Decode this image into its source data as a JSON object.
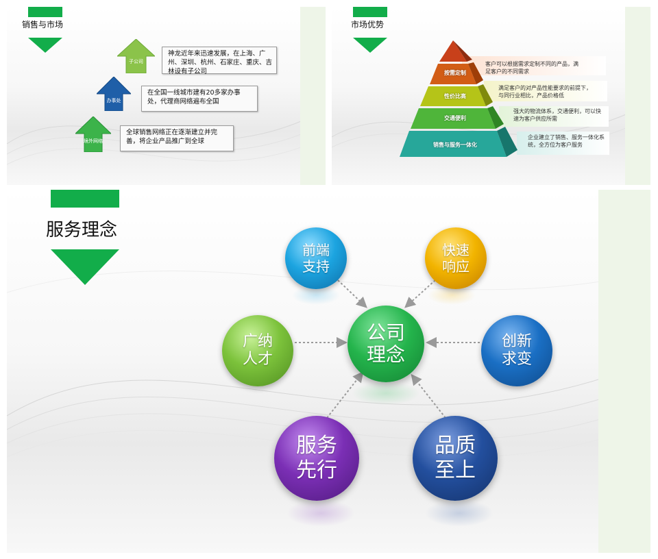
{
  "slide1": {
    "title": "销售与市场",
    "levels": [
      {
        "label": "子公司",
        "text": "神龙近年来迅速发展，在上海、广州、深圳、杭州、石家庄、重庆、吉林设有子公司",
        "color": "#7dc242"
      },
      {
        "label": "办事处",
        "text": "在全国一线城市建有20多家办事处，代理商网络遍布全国",
        "color": "#1f5fa8"
      },
      {
        "label": "境外网络",
        "text": "全球销售网络正在逐渐建立并完善，将企业产品推广到全球",
        "color": "#3cb34a"
      }
    ]
  },
  "slide2": {
    "title": "市场优势",
    "levels": [
      {
        "label": "按需定制",
        "text": "客户可以根据需求定制不同的产品，满足客户的不同需求"
      },
      {
        "label": "性价比高",
        "text": "满足客户的对产品性能要求的前提下，与同行业相比，产品价格低"
      },
      {
        "label": "交通便利",
        "text": "强大的物流体系，交通便利，可以快速为客户供应所需"
      },
      {
        "label": "销售与服务一体化",
        "text": "企业建立了销售、服务一体化系统，全方位为客户服务"
      }
    ],
    "colors": [
      "#c8401a",
      "#d25d16",
      "#b5c418",
      "#4fb53a",
      "#27a79a"
    ]
  },
  "slide3": {
    "title": "服务理念",
    "center": {
      "label": "公司\n理念",
      "color": "#24b44c"
    },
    "nodes": [
      {
        "label": "前端\n支持",
        "color": "#1ca4e0"
      },
      {
        "label": "快速\n响应",
        "color": "#f2b400"
      },
      {
        "label": "广纳\n人才",
        "color": "#7cc23b"
      },
      {
        "label": "创新\n求变",
        "color": "#1a6fc4"
      },
      {
        "label": "服务\n先行",
        "color": "#7b2fb5"
      },
      {
        "label": "品质\n至上",
        "color": "#234f9e"
      }
    ]
  }
}
